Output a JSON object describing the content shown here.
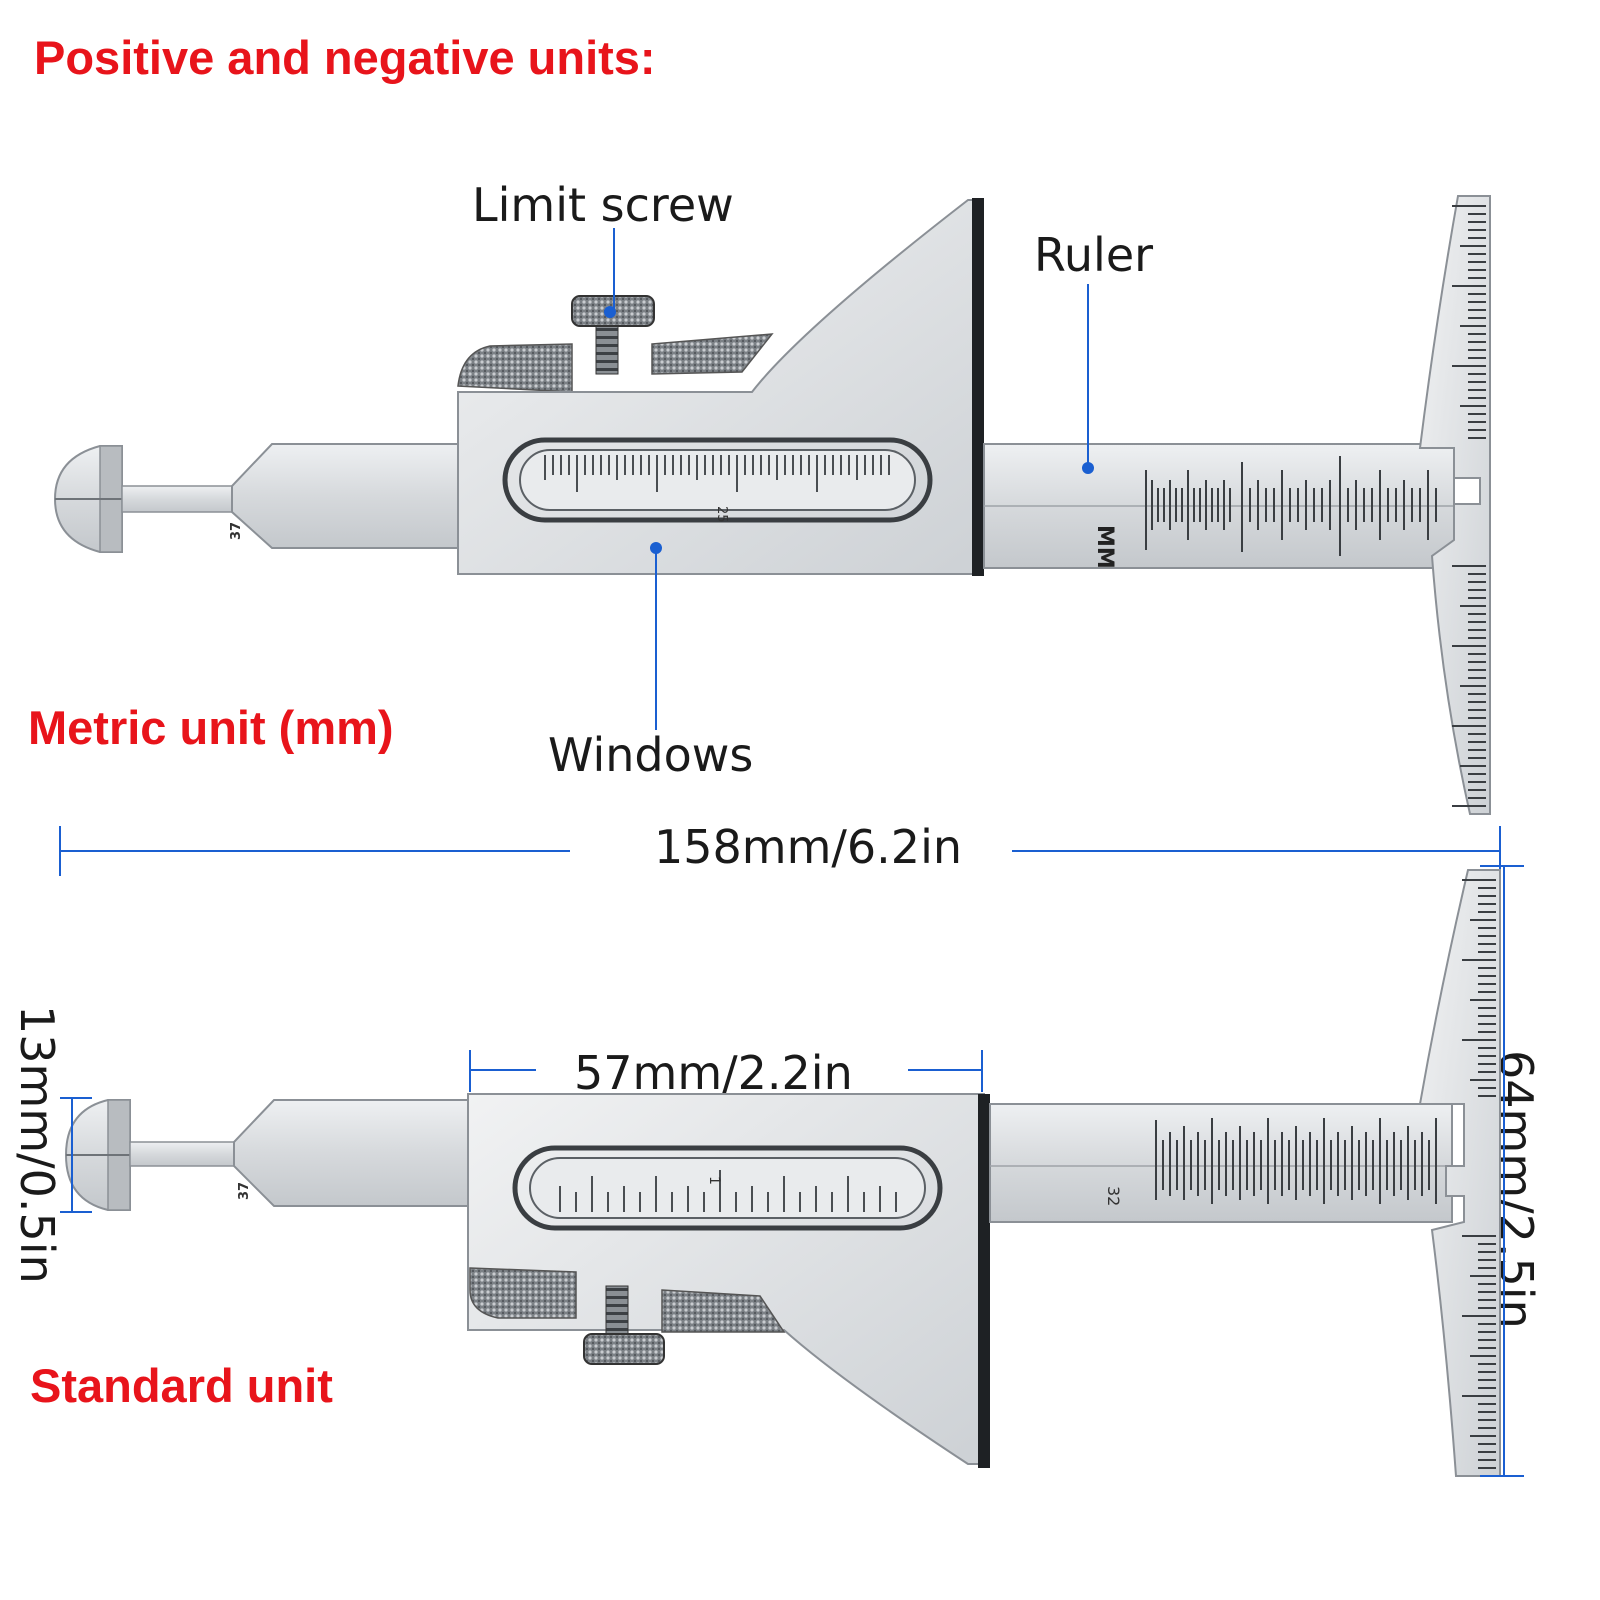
{
  "headings": {
    "top": "Positive and negative units:",
    "metric": "Metric unit (mm)",
    "standard": "Standard unit"
  },
  "callouts": {
    "limit_screw": "Limit screw",
    "ruler": "Ruler",
    "windows": "Windows"
  },
  "dimensions": {
    "total_length": "158mm/6.2in",
    "body_width": "57mm/2.2in",
    "height": "64mm/2.5in",
    "tip": "13mm/0.5in"
  },
  "gauge_marks": {
    "angle_mark": "37",
    "metric_window_number": "25",
    "metric_scale_unit": "MM",
    "standard_window_number": "1",
    "standard_scale_number": "32"
  },
  "colors": {
    "heading_red": "#e8141b",
    "callout_blue": "#1a5fd1",
    "steel": "#dcdfe2",
    "steel_dark": "#9aa0a6"
  }
}
